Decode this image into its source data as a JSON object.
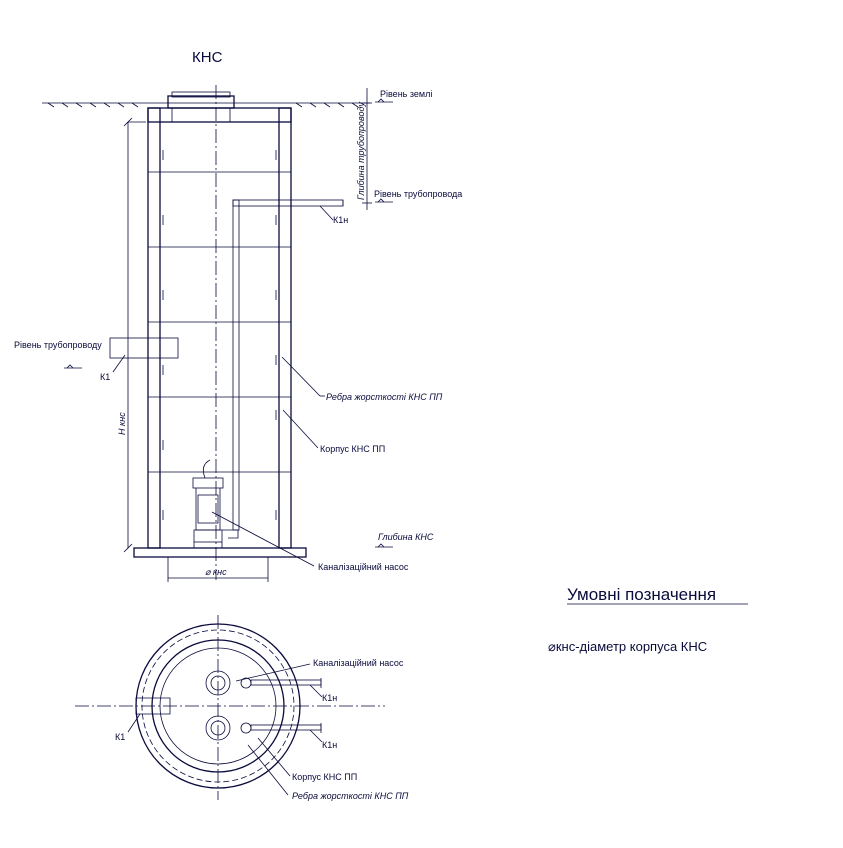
{
  "title": "КНС",
  "labels": {
    "ground_level": "Рівень землі",
    "pipe_depth": "Глибина трубопроводу",
    "pipe_level_right": "Рівень трубопровода",
    "pipe_level_left": "Рівень трубопроводу",
    "k1_right_top": "К1н",
    "k1_left": "К1",
    "rib": "Ребра жорсткості КНС ПП",
    "body": "Корпус КНС ПП",
    "h_kns": "Н кнс",
    "depth_kns": "Глибина КНС",
    "pump": "Каналізаційний насос",
    "diam": "⌀ кнс"
  },
  "plan": {
    "pump": "Каналізаційний насос",
    "k1_top": "К1н",
    "k1_bottom": "К1н",
    "k1_left": "К1",
    "body": "Корпус КНС ПП",
    "rib": "Ребра жорсткості КНС ПП"
  },
  "legend": {
    "title": "Умовні позначення",
    "item": "⌀кнс-діаметр корпуса КНС"
  },
  "colors": {
    "ink": "#0a0a3c",
    "background": "#ffffff"
  }
}
